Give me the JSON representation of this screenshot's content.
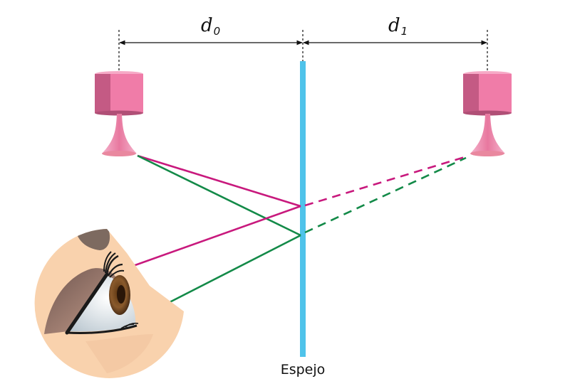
{
  "labels": {
    "d0_letter": "d",
    "d0_sub": "0",
    "d1_letter": "d",
    "d1_sub": "1",
    "mirror": "Espejo"
  },
  "colors": {
    "mirror": "#4fc3ea",
    "ray_magenta": "#c8197d",
    "ray_green": "#138a48",
    "lamp_shade_front": "#f07ca8",
    "lamp_shade_side": "#c45a84",
    "lamp_base": "#f2a2c0",
    "skin": "#f9d2ad",
    "iris": "#8a5a2c",
    "eyeshadow": "#9c7a6e",
    "dimension_line": "#111111"
  },
  "objects": {
    "real_lamp": "lamp",
    "virtual_lamp": "lamp-image",
    "viewer": "eye-icon"
  }
}
